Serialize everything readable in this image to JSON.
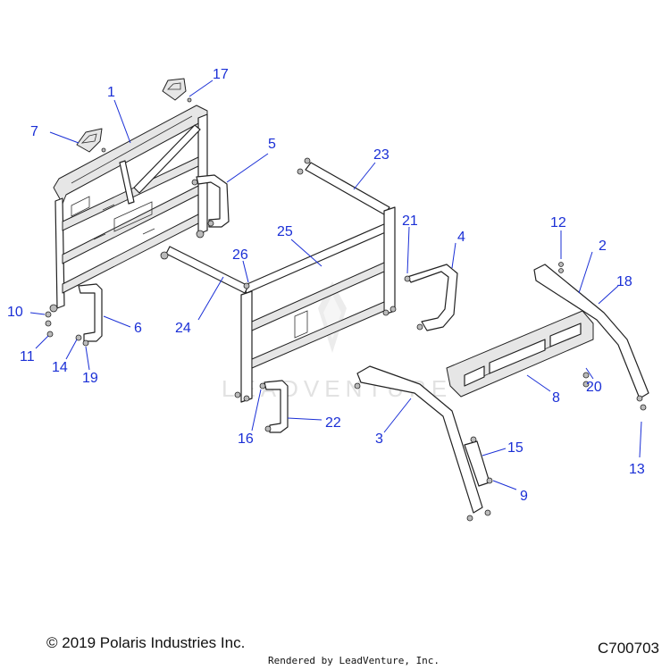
{
  "callouts": {
    "c1": "1",
    "c2": "2",
    "c3": "3",
    "c4": "4",
    "c5": "5",
    "c6": "6",
    "c7": "7",
    "c8": "8",
    "c9": "9",
    "c10": "10",
    "c11": "11",
    "c12": "12",
    "c13": "13",
    "c14": "14",
    "c15": "15",
    "c16": "16",
    "c17": "17",
    "c18": "18",
    "c19": "19",
    "c20": "20",
    "c21": "21",
    "c22": "22",
    "c23": "23",
    "c24": "24",
    "c25": "25",
    "c26": "26"
  },
  "watermark": "LEADVENTURE",
  "footer": {
    "copyright": "© 2019 Polaris Industries Inc.",
    "rendered_by": "Rendered by LeadVenture, Inc.",
    "figure_code": "C700703"
  },
  "colors": {
    "callout": "#1a2fd6",
    "line_art": "#222222",
    "watermark": "#e2e2e2"
  }
}
